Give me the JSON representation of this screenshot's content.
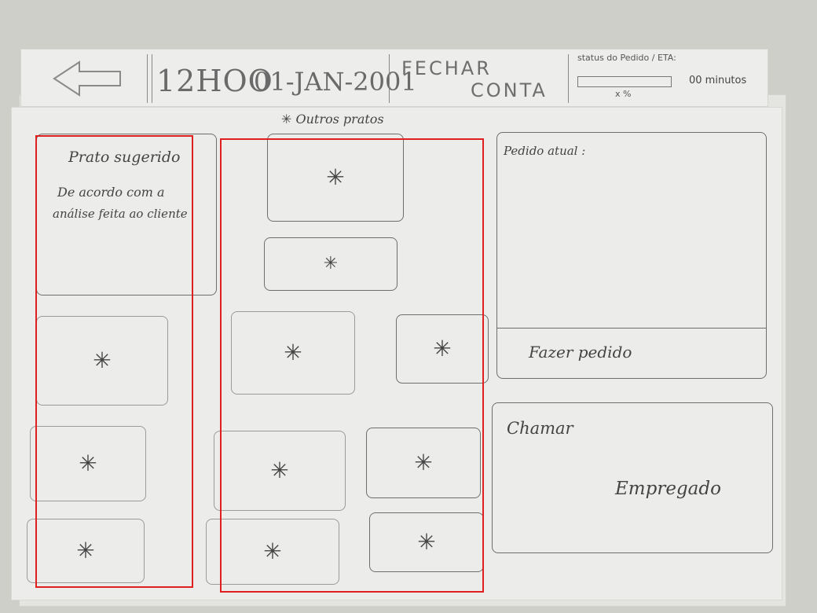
{
  "header": {
    "back_icon": "arrow-left-icon",
    "time": "12HOO",
    "date": "01-JAN-2001",
    "close_account_line1": "FECHAR",
    "close_account_line2": "CONTA",
    "status_label": "status do Pedido / ETA:",
    "status_minutes": "00 minutos",
    "status_percent": "x %"
  },
  "suggested": {
    "title": "Prato sugerido",
    "desc_line1": "De acordo com a",
    "desc_line2": "análise feita ao cliente"
  },
  "other_dishes": {
    "title": "Outros pratos",
    "title_icon": "asterisk-icon"
  },
  "dish_icon": "✳",
  "current_order": {
    "title": "Pedido atual :",
    "submit_label": "Fazer pedido"
  },
  "call_waiter": {
    "line1": "Chamar",
    "line2": "Empregado"
  },
  "colors": {
    "highlight": "#e02020",
    "pencil": "#555555"
  }
}
